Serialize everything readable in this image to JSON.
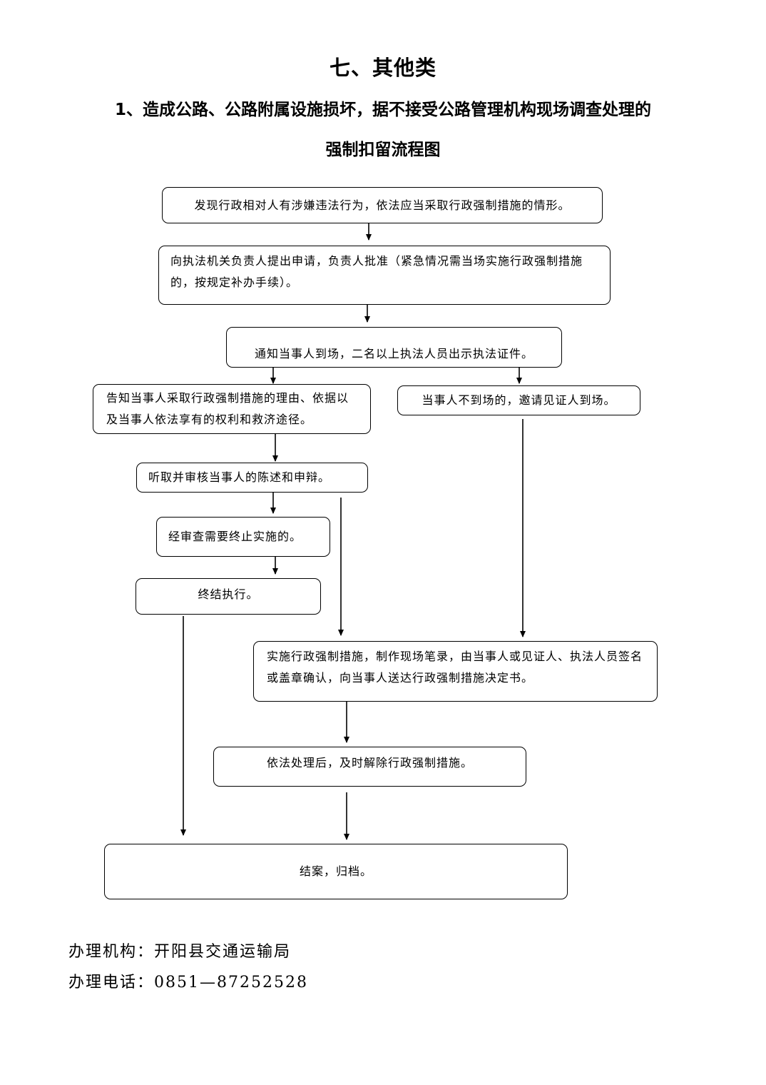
{
  "title": "七、其他类",
  "subtitle_line1": "1、造成公路、公路附属设施损坏，据不接受公路管理机构现场调查处理的",
  "subtitle_line2": "强制扣留流程图",
  "flow": {
    "step1": "发现行政相对人有涉嫌违法行为，依法应当采取行政强制措施的情形。",
    "step2": "向执法机关负责人提出申请，负责人批准（紧急情况需当场实施行政强制措施的，按规定补办手续）。",
    "step3": "通知当事人到场，二名以上执法人员出示执法证件。",
    "left_inform": "告知当事人采取行政强制措施的理由、依据以及当事人依法享有的权利和救济途径。",
    "right_absent": "当事人不到场的，邀请见证人到场。",
    "hear": "听取并审核当事人的陈述和申辩。",
    "terminate_review": "经审查需要终止实施的。",
    "terminate": "终结执行。",
    "implement": "实施行政强制措施，制作现场笔录，由当事人或见证人、执法人员签名或盖章确认，向当事人送达行政强制措施决定书。",
    "release": "依法处理后，及时解除行政强制措施。",
    "close": "结案，归档。"
  },
  "footer": {
    "agency": "办理机构：开阳县交通运输局",
    "phone": "办理电话：0851—87252528"
  }
}
